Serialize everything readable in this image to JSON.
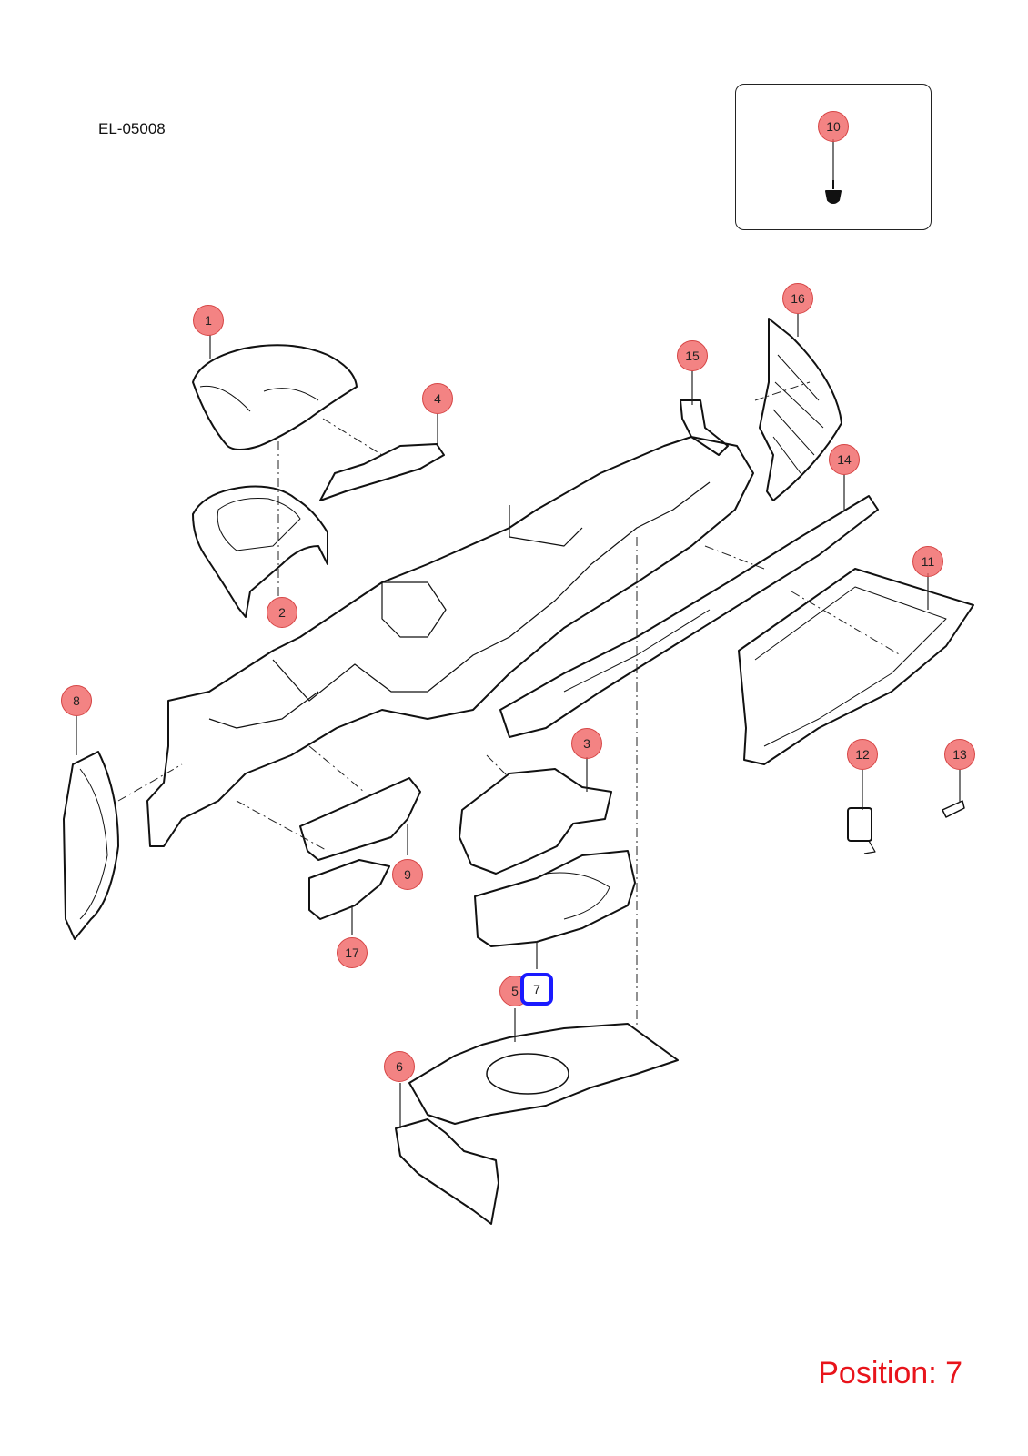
{
  "diagram_code": "EL-05008",
  "position_label": "Position: 7",
  "accent_color": "#e8141b",
  "selected_highlight_color": "#1a1aff",
  "callout_color": "#f06060",
  "callouts": [
    {
      "id": "c1",
      "label": "1"
    },
    {
      "id": "c2",
      "label": "2"
    },
    {
      "id": "c3",
      "label": "3"
    },
    {
      "id": "c4",
      "label": "4"
    },
    {
      "id": "c5",
      "label": "5"
    },
    {
      "id": "c6",
      "label": "6"
    },
    {
      "id": "c7",
      "label": "7",
      "selected": true
    },
    {
      "id": "c8",
      "label": "8"
    },
    {
      "id": "c9",
      "label": "9"
    },
    {
      "id": "c10",
      "label": "10"
    },
    {
      "id": "c11",
      "label": "11"
    },
    {
      "id": "c12",
      "label": "12"
    },
    {
      "id": "c13",
      "label": "13"
    },
    {
      "id": "c14",
      "label": "14"
    },
    {
      "id": "c15",
      "label": "15"
    },
    {
      "id": "c16",
      "label": "16"
    },
    {
      "id": "c17",
      "label": "17"
    }
  ]
}
